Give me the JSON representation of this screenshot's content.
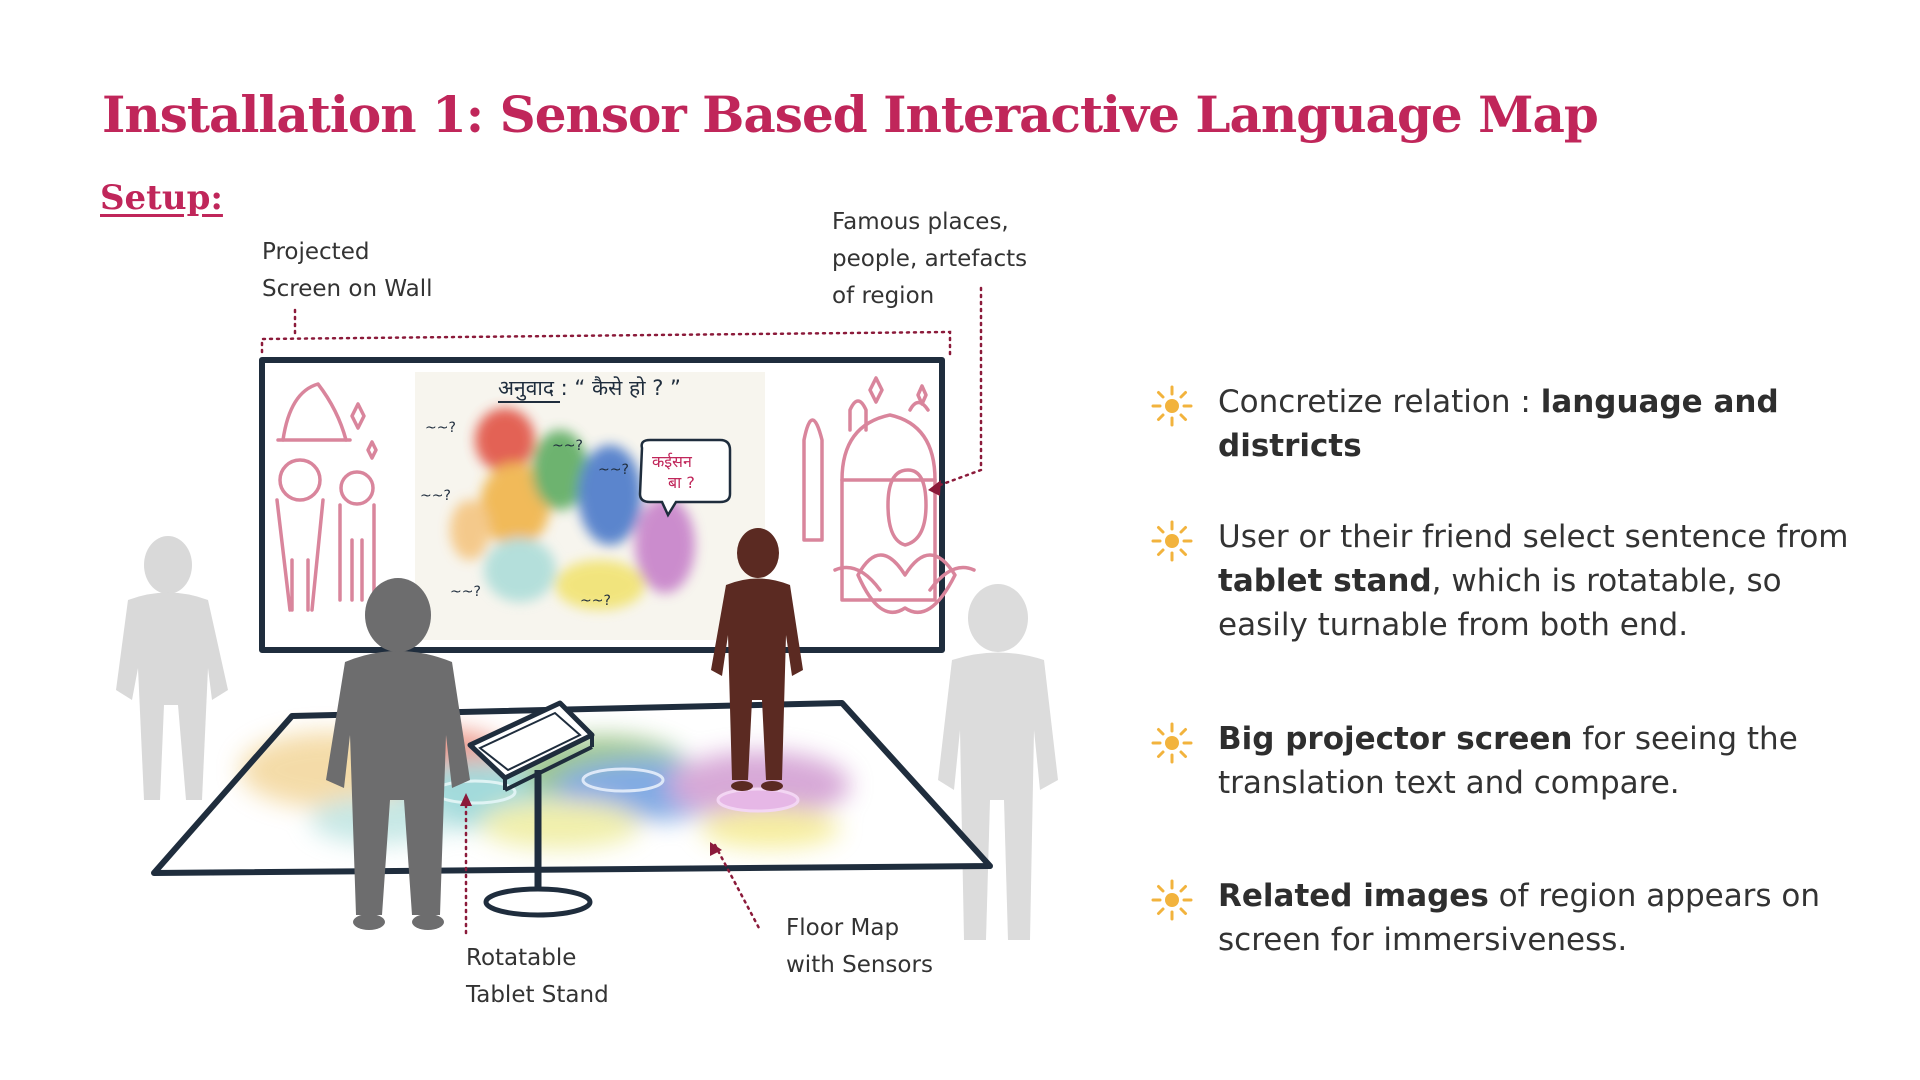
{
  "title": "Installation 1: Sensor Based Interactive Language Map",
  "subtitle": "Setup:",
  "annotations": {
    "projected_screen": [
      "Projected",
      "Screen on Wall"
    ],
    "famous_places": [
      "Famous places,",
      "people, artefacts",
      "of region"
    ],
    "tablet_stand": [
      "Rotatable",
      "Tablet Stand"
    ],
    "floor_map": [
      "Floor Map",
      "with Sensors"
    ]
  },
  "screen_text": {
    "translate_prompt": "अनुवाद : “ कैसे हो ? ”",
    "speech_line1": "कईसन",
    "speech_line2": "बा ?",
    "squiggle": "~~?"
  },
  "bullets": [
    {
      "pre": "Concretize relation : ",
      "bold": "language and districts",
      "post": ""
    },
    {
      "pre": "User or their friend select sentence from ",
      "bold": "tablet stand",
      "post": ", which is rotatable, so easily turnable from both end."
    },
    {
      "pre": "",
      "bold": "Big projector screen",
      "post": " for seeing the translation text and compare."
    },
    {
      "pre": "",
      "bold": "Related images",
      "post": " of region appears on screen for immersiveness."
    }
  ],
  "colors": {
    "accent": "#c0265a",
    "sketch_line": "#1f2d3d",
    "bullet_icon": "#f2b33d",
    "figure_dark_gray": "#6d6d6e",
    "figure_brown": "#5b2a22",
    "figure_light_gray": "#d9d9d9",
    "decoration_pink": "#d9859c"
  },
  "icons": {
    "bullet": "sun-icon",
    "arrow": "arrowhead-icon"
  }
}
